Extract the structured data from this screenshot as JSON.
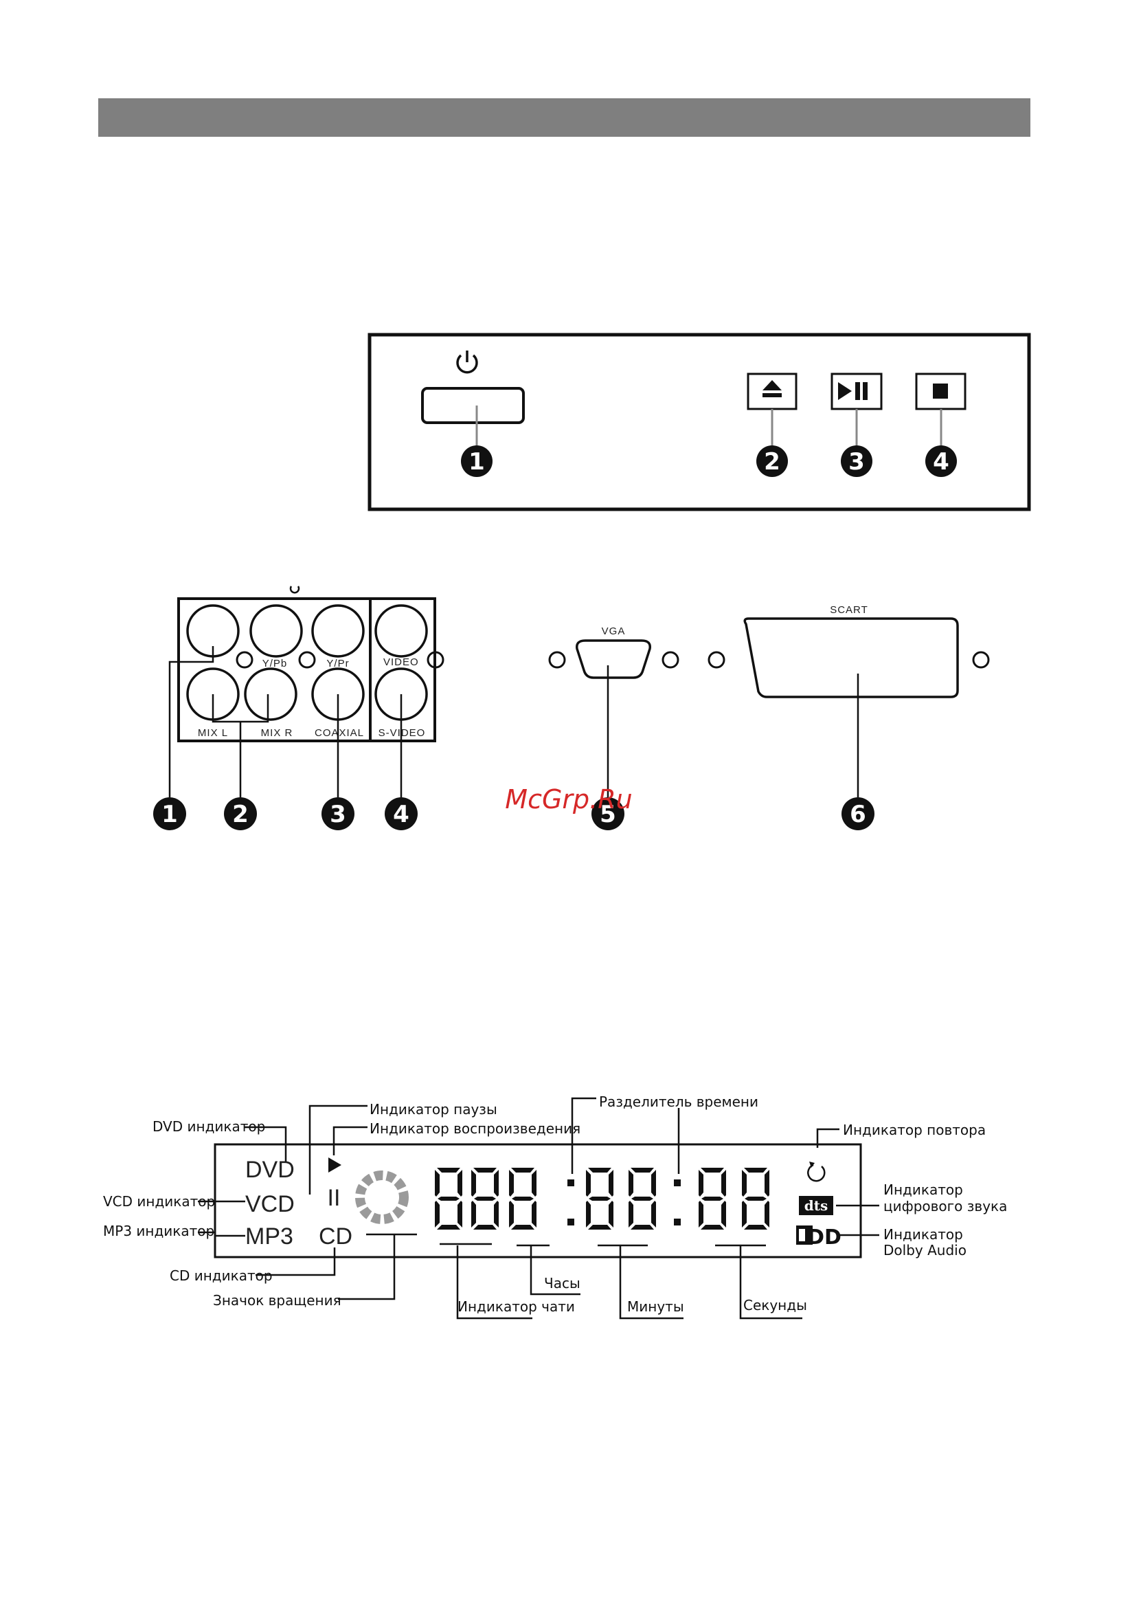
{
  "front_panel": {
    "callouts": [
      "1",
      "2",
      "3",
      "4"
    ]
  },
  "rear_panel": {
    "jack_labels": {
      "pb": "Y/Pb",
      "pr": "Y/Pr",
      "video": "VIDEO",
      "mix_l": "MIX L",
      "mix_r": "MIX R",
      "coaxial": "COAXIAL",
      "svideo": "S-VIDEO"
    },
    "vga_label": "VGA",
    "scart_label": "SCART",
    "callouts": [
      "1",
      "2",
      "3",
      "4",
      "5",
      "6"
    ]
  },
  "watermark": "McGrp.Ru",
  "display": {
    "lcd": {
      "dvd": "DVD",
      "vcd": "VCD",
      "mp3": "MP3",
      "cd": "CD",
      "pause": "II",
      "dts": "dts",
      "dolby": "DD"
    },
    "labels": {
      "pause": "Индикатор паузы",
      "play": "Индикатор воспроизведения",
      "time_separator": "Разделитель времени",
      "repeat": "Индикатор повтора",
      "dvd": "DVD индикатор",
      "vcd": "VCD индикатор",
      "mp3": "MP3 индикатор",
      "digital_audio_1": "Индикатор",
      "digital_audio_2": "цифрового звука",
      "dolby_1": "Индикатор",
      "dolby_2": "Dolby Audio",
      "cd": "CD индикатор",
      "rotation": "Значок вращения",
      "chapter": "Индикатор чати",
      "hours": "Часы",
      "minutes": "Минуты",
      "seconds": "Секунды"
    }
  },
  "colors": {
    "header": "#7f7f7f",
    "watermark": "#d62828",
    "spinner": "#9a9a9a"
  }
}
